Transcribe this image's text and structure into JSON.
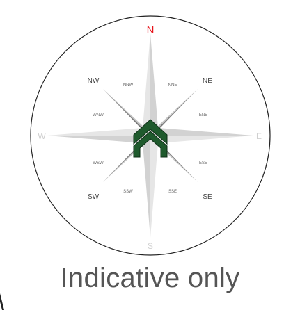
{
  "compass": {
    "north": "N",
    "east": "E",
    "south": "S",
    "west": "W",
    "nw": "NW",
    "ne": "NE",
    "sw": "SW",
    "se": "SE",
    "nnw": "NNW",
    "nne": "NNE",
    "wnw": "WNW",
    "ene": "ENE",
    "wsw": "WSW",
    "ese": "ESE",
    "ssw": "SSW",
    "sse": "SSE"
  },
  "caption": "Indicative only",
  "colors": {
    "north": "#e8141b",
    "label": "#444444",
    "faint_label": "#cccccc",
    "logo": "#1f5a2d",
    "outline": "#222222"
  },
  "icons": {
    "logo": "house-chevron-logo-icon"
  }
}
